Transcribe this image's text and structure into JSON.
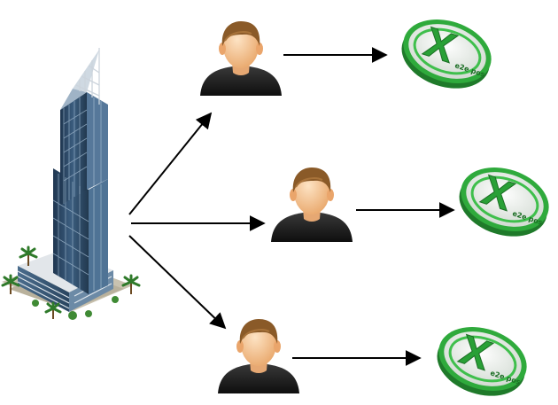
{
  "diagram": {
    "source": {
      "icon": "office-tower-icon"
    },
    "branches": [
      {
        "person_icon": "person-icon",
        "logo_icon": "x-logo-icon",
        "logo_text": "e2e pos"
      },
      {
        "person_icon": "person-icon",
        "logo_icon": "x-logo-icon",
        "logo_text": "e2e pos"
      },
      {
        "person_icon": "person-icon",
        "logo_icon": "x-logo-icon",
        "logo_text": "e2e pos"
      }
    ],
    "colors": {
      "building_glass": "#2e4a66",
      "building_frame": "#dde4ea",
      "skin": "#f6c493",
      "hair": "#8a5a28",
      "shirt": "#1e1e1e",
      "arrow": "#000000",
      "logo_green": "#2faa3c",
      "logo_disc": "#e7ece7"
    }
  }
}
